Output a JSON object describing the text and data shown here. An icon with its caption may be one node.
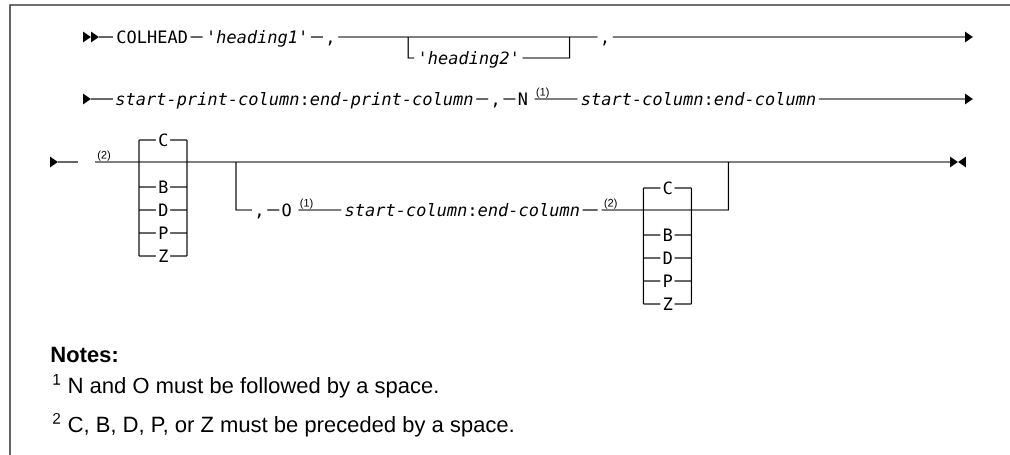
{
  "diagram": {
    "labels": [
      "COLHEAD",
      "'*heading1*'",
      ",",
      "'*heading2*'",
      ",",
      "*start-print-column*:*end-print-column*",
      ",",
      "N",
      "(1)",
      "*start-column*:*end-column*",
      "(2)",
      "C",
      "B",
      "D",
      "P",
      "Z",
      ",",
      "O",
      "(1)",
      "*start-column*:*end-column*",
      "(2)",
      "C",
      "B",
      "D",
      "P",
      "Z",
      "Notes:",
      "$^{1}$ N and O must be followed by a space.",
      "$^{2}$ C, B, D, P, or Z must be preceded by a space."
    ]
  }
}
